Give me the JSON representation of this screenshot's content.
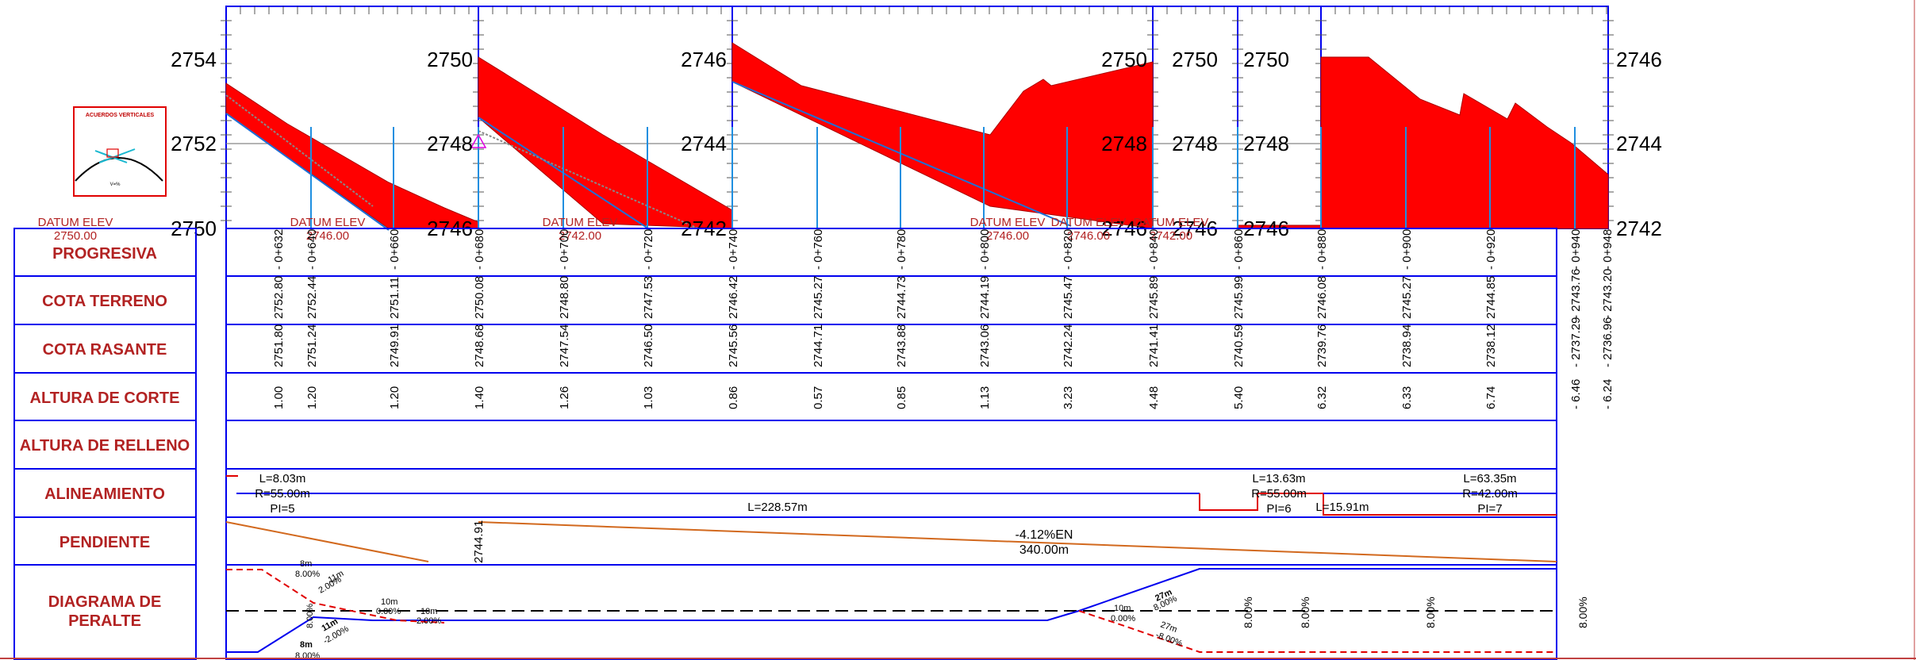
{
  "legend_box": {
    "title": "ACUERDOS VERTICALES"
  },
  "datum_labels": [
    {
      "label": "DATUM ELEV",
      "value": "2750.00"
    },
    {
      "label": "DATUM ELEV",
      "value": "2746.00"
    },
    {
      "label": "DATUM ELEV",
      "value": "2742.00"
    },
    {
      "label": "DATUM ELEV",
      "value": "2746.00"
    },
    {
      "label": "DATUM ELEV",
      "value": "2746.00"
    },
    {
      "label": "DATUM ELEV",
      "value": "2742.00"
    }
  ],
  "elevation_axes": [
    {
      "top": "2754",
      "mid": "2752",
      "bottom": "2750"
    },
    {
      "top": "2750",
      "mid": "2748",
      "bottom": "2746"
    },
    {
      "top": "2746",
      "mid": "2744",
      "bottom": "2742"
    },
    {
      "top": "2750",
      "mid": "2748",
      "bottom": "2746"
    },
    {
      "top": "2750",
      "mid": "2748",
      "bottom": "2746"
    },
    {
      "top": "2750",
      "mid": "2748",
      "bottom": "2746"
    },
    {
      "top": "2746",
      "mid": "2744",
      "bottom": "2742"
    }
  ],
  "row_headers": {
    "progresiva": "PROGRESIVA",
    "cota_terreno": "COTA TERRENO",
    "cota_rasante": "COTA RASANTE",
    "altura_corte": "ALTURA DE CORTE",
    "altura_relleno": "ALTURA DE RELLENO",
    "alineamiento": "ALINEAMIENTO",
    "pendiente": "PENDIENTE",
    "peralte_line1": "DIAGRAMA DE",
    "peralte_line2": "PERALTE"
  },
  "stations": [
    {
      "progresiva": "0+632",
      "terreno": "2752.80",
      "rasante": "2751.80",
      "corte": "1.00"
    },
    {
      "progresiva": "0+640",
      "terreno": "2752.44",
      "rasante": "2751.24",
      "corte": "1.20"
    },
    {
      "progresiva": "0+660",
      "terreno": "2751.11",
      "rasante": "2749.91",
      "corte": "1.20"
    },
    {
      "progresiva": "0+680",
      "terreno": "2750.08",
      "rasante": "2748.68",
      "corte": "1.40"
    },
    {
      "progresiva": "0+700",
      "terreno": "2748.80",
      "rasante": "2747.54",
      "corte": "1.26"
    },
    {
      "progresiva": "0+720",
      "terreno": "2747.53",
      "rasante": "2746.50",
      "corte": "1.03"
    },
    {
      "progresiva": "0+740",
      "terreno": "2746.42",
      "rasante": "2745.56",
      "corte": "0.86"
    },
    {
      "progresiva": "0+760",
      "terreno": "2745.27",
      "rasante": "2744.71",
      "corte": "0.57"
    },
    {
      "progresiva": "0+780",
      "terreno": "2744.73",
      "rasante": "2743.88",
      "corte": "0.85"
    },
    {
      "progresiva": "0+800",
      "terreno": "2744.19",
      "rasante": "2743.06",
      "corte": "1.13"
    },
    {
      "progresiva": "0+820",
      "terreno": "2745.47",
      "rasante": "2742.24",
      "corte": "3.23"
    },
    {
      "progresiva": "0+840",
      "terreno": "2745.89",
      "rasante": "2741.41",
      "corte": "4.48"
    },
    {
      "progresiva": "0+860",
      "terreno": "2745.99",
      "rasante": "2740.59",
      "corte": "5.40"
    },
    {
      "progresiva": "0+880",
      "terreno": "2746.08",
      "rasante": "2739.76",
      "corte": "6.32"
    },
    {
      "progresiva": "0+900",
      "terreno": "2745.27",
      "rasante": "2738.94",
      "corte": "6.33"
    },
    {
      "progresiva": "0+920",
      "terreno": "2744.85",
      "rasante": "2738.12",
      "corte": "6.74"
    },
    {
      "progresiva": "0+940",
      "terreno": "2743.76",
      "rasante": "2737.29",
      "corte": "6.46"
    },
    {
      "progresiva": "0+948",
      "terreno": "2743.20",
      "rasante": "2736.96",
      "corte": "6.24"
    }
  ],
  "alineamiento": {
    "curve1_l": "L=8.03m",
    "curve1_r": "R=55.00m",
    "curve1_pi": "PI=5",
    "tangent1": "L=228.57m",
    "curve2_l": "L=13.63m",
    "curve2_r": "R=55.00m",
    "curve2_pi": "PI=6",
    "tangent2": "L=15.91m",
    "curve3_l": "L=63.35m",
    "curve3_r": "R=42.00m",
    "curve3_pi": "PI=7"
  },
  "pendiente": {
    "grade": "-4.12%EN",
    "length": "340.00m",
    "pvi_elev": "2744.91"
  },
  "peralte": {
    "labels": [
      "8m",
      "8.00%",
      "11m",
      "2.00%",
      "10m",
      "0.00%",
      "10m",
      "2.00%",
      "8.00%",
      "8m",
      "8.00%",
      "11m",
      "-2.00%",
      "10m",
      "0.00%",
      "27m",
      "8.00%",
      "27m",
      "-8.00%",
      "8.00%",
      "8.00%",
      "8.00%",
      "8.00%"
    ]
  }
}
